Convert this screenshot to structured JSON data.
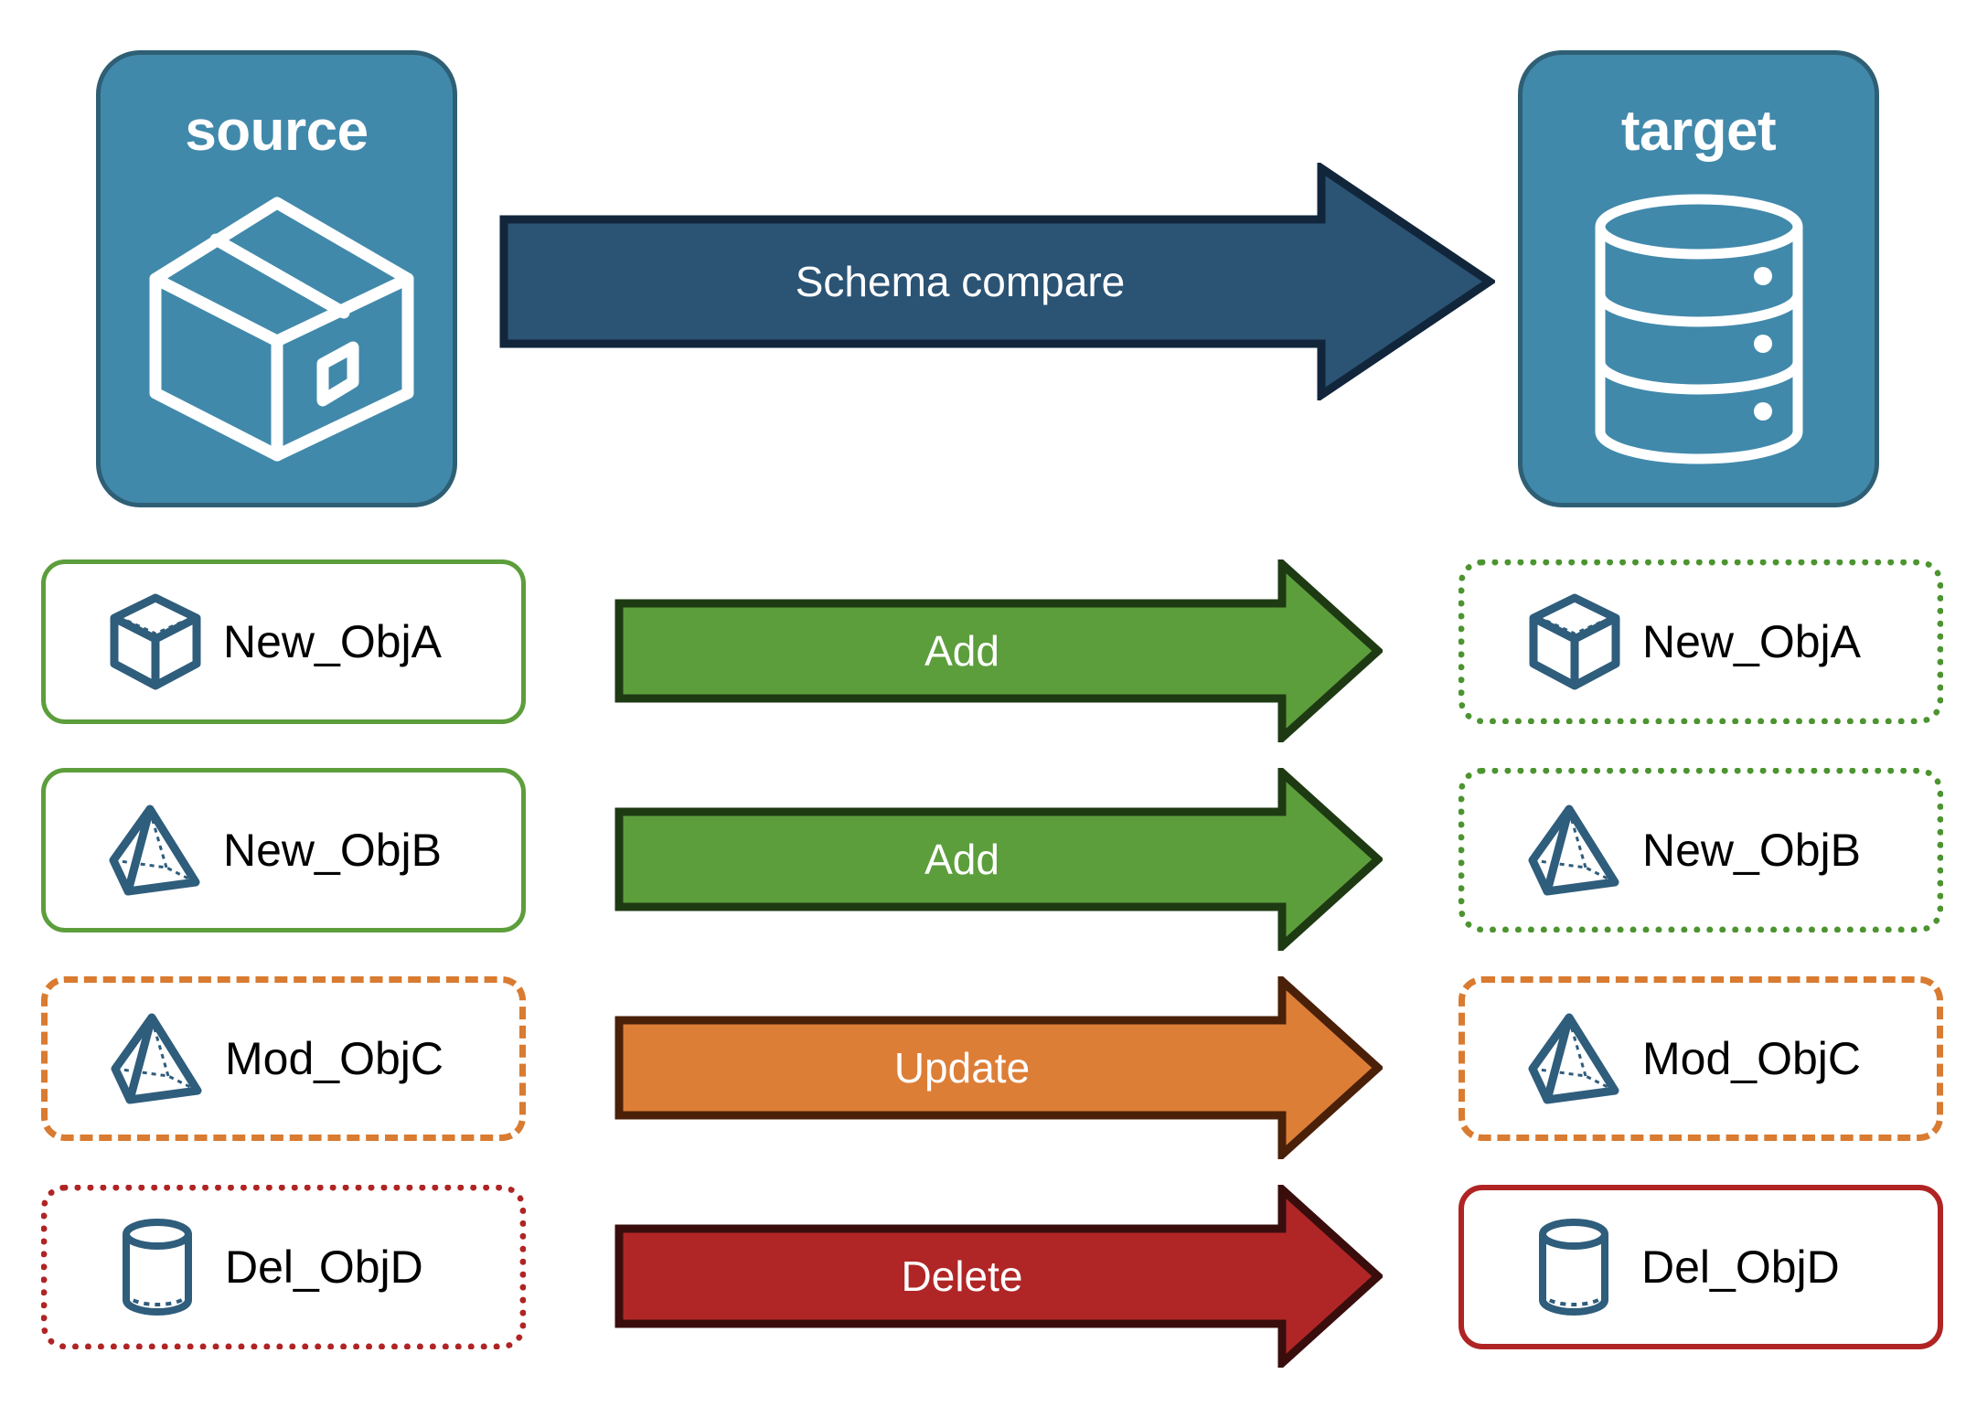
{
  "endpoints": {
    "source": {
      "title": "source",
      "icon": "package-box-icon"
    },
    "target": {
      "title": "target",
      "icon": "database-cylinder-icon"
    }
  },
  "compare_arrow": {
    "label": "Schema compare",
    "fill": "#2B5374",
    "stroke": "#12263B",
    "text_color": "#FFFFFF"
  },
  "rows": [
    {
      "source": {
        "label": "New_ObjA",
        "icon": "wireframe-cube-icon",
        "border_style": "solid",
        "border_color": "#5C9E3C"
      },
      "arrow": {
        "label": "Add",
        "fill": "#5C9E3C",
        "stroke": "#1E3A13",
        "text_color": "#FFFFFF"
      },
      "target": {
        "label": "New_ObjA",
        "icon": "wireframe-cube-icon",
        "border_style": "dotted",
        "border_color": "#4C9430"
      }
    },
    {
      "source": {
        "label": "New_ObjB",
        "icon": "pyramid-icon",
        "border_style": "solid",
        "border_color": "#5C9E3C"
      },
      "arrow": {
        "label": "Add",
        "fill": "#5C9E3C",
        "stroke": "#1E3A13",
        "text_color": "#FFFFFF"
      },
      "target": {
        "label": "New_ObjB",
        "icon": "pyramid-icon",
        "border_style": "dotted",
        "border_color": "#4C9430"
      }
    },
    {
      "source": {
        "label": "Mod_ObjC",
        "icon": "pyramid-icon",
        "border_style": "dashed",
        "border_color": "#D97B30"
      },
      "arrow": {
        "label": "Update",
        "fill": "#DD7E37",
        "stroke": "#4A2009",
        "text_color": "#FFFFFF"
      },
      "target": {
        "label": "Mod_ObjC",
        "icon": "pyramid-icon",
        "border_style": "dashed",
        "border_color": "#D97B30"
      }
    },
    {
      "source": {
        "label": "Del_ObjD",
        "icon": "cylinder-icon",
        "border_style": "dotted",
        "border_color": "#B02424"
      },
      "arrow": {
        "label": "Delete",
        "fill": "#B02626",
        "stroke": "#3A0D0D",
        "text_color": "#FFFFFF"
      },
      "target": {
        "label": "Del_ObjD",
        "icon": "cylinder-icon",
        "border_style": "solid",
        "border_color": "#B02424"
      }
    }
  ],
  "colors": {
    "endpoint_fill": "#4189AB",
    "endpoint_stroke": "#2E5F75",
    "icon_blue": "#2F5D7C",
    "background": "#FFFFFF"
  }
}
